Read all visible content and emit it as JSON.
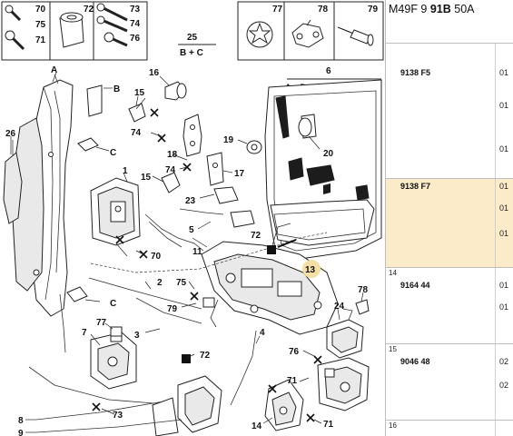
{
  "header": {
    "prefix": "M49F 9 ",
    "bold": "91B",
    "suffix": " 50A"
  },
  "rows": [
    {
      "index": "",
      "ref": "9138 F5",
      "qty": [
        "01",
        "01",
        "01"
      ],
      "highlight": false
    },
    {
      "index": "",
      "ref": "9138 F7",
      "qty": [
        "01",
        "01",
        "01"
      ],
      "highlight": true
    },
    {
      "index": "14",
      "ref": "9164 44",
      "qty": [
        "01",
        "01"
      ],
      "highlight": false
    },
    {
      "index": "15",
      "ref": "9046 48",
      "qty": [
        "02",
        "02"
      ],
      "highlight": false
    },
    {
      "index": "16",
      "ref": "",
      "qty": [],
      "highlight": false
    }
  ],
  "inset_boxes": {
    "box1_labels": [
      "70",
      "75",
      "71",
      "72",
      "73",
      "74",
      "76"
    ],
    "box2_labels": [
      "77",
      "78",
      "79"
    ]
  },
  "groups": {
    "g25": {
      "number": "25",
      "sub": "B + C"
    },
    "g6": {
      "number": "6",
      "sub": "A + B + C + 7 + 77"
    }
  },
  "callouts": {
    "A": "A",
    "B": "B",
    "C": "C",
    "n26": "26",
    "n1": "1",
    "n2": "2",
    "n3": "3",
    "n4": "4",
    "n5": "5",
    "n7": "7",
    "n8": "8",
    "n9": "9",
    "n11": "11",
    "n13": "13",
    "n14": "14",
    "n15": "15",
    "n16": "16",
    "n17": "17",
    "n18": "18",
    "n19": "19",
    "n20": "20",
    "n23": "23",
    "n24": "24",
    "n70": "70",
    "n71": "71",
    "n72": "72",
    "n73": "73",
    "n74": "74",
    "n75": "75",
    "n76": "76",
    "n77": "77",
    "n78": "78",
    "n79": "79"
  }
}
